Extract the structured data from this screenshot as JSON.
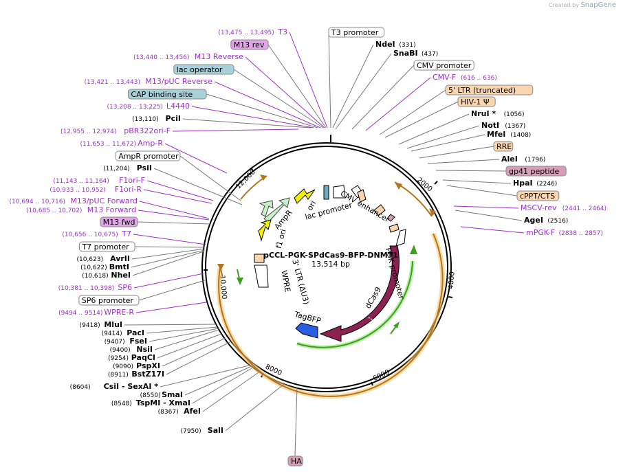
{
  "credit": {
    "prefix": "Created by",
    "brand": "SnapGene"
  },
  "plasmid": {
    "name": "pCCL-PGK-SPdCas9-BFP-DNMT1",
    "size": "13,514 bp"
  },
  "ticks": [
    "2000",
    "4000",
    "6000",
    "8000",
    "10,000",
    "12,000"
  ],
  "colors": {
    "primer": "#9b30c8",
    "enzyme": "#000000",
    "feature_box_blue": "#a9cfd8",
    "feature_box_orange": "#f9d6b0",
    "feature_box_purple": "#dfa6e6",
    "feature_box_pink": "#d8a0b8",
    "cds_magenta": "#8b2252",
    "tagbfp": "#2a5de0",
    "amp": "#c6f0c6",
    "arrow_yellow": "#f5f000",
    "ltr_orange": "#f1a33a"
  },
  "left_labels": [
    {
      "kind": "primer",
      "coords": "(13,475 .. 13,495)",
      "name": "T3"
    },
    {
      "kind": "box_purple",
      "name": "M13 rev"
    },
    {
      "kind": "primer",
      "coords": "(13,440 .. 13,456)",
      "name": "M13 Reverse"
    },
    {
      "kind": "box_blue",
      "name": "lac operator"
    },
    {
      "kind": "primer",
      "coords": "(13,421 .. 13,443)",
      "name": "M13/pUC Reverse"
    },
    {
      "kind": "box_blue",
      "name": "CAP binding site"
    },
    {
      "kind": "primer",
      "coords": "(13,208 .. 13,225)",
      "name": "L4440"
    },
    {
      "kind": "enzyme",
      "coords": "(13,110)",
      "name": "PciI"
    },
    {
      "kind": "primer",
      "coords": "(12,955 .. 12,974)",
      "name": "pBR322ori-F"
    },
    {
      "kind": "primer",
      "coords": "(11,653 .. 11,672)",
      "name": "Amp-R"
    },
    {
      "kind": "box_white",
      "name": "AmpR promoter"
    },
    {
      "kind": "enzyme",
      "coords": "(11,204)",
      "name": "PsiI"
    },
    {
      "kind": "primer",
      "coords": "(11,143 .. 11,164)",
      "name": "F1ori-F"
    },
    {
      "kind": "primer",
      "coords": "(10,933 .. 10,952)",
      "name": "F1ori-R"
    },
    {
      "kind": "primer",
      "coords": "(10,694 .. 10,716)",
      "name": "M13/pUC Forward"
    },
    {
      "kind": "primer",
      "coords": "(10,685 .. 10,702)",
      "name": "M13 Forward"
    },
    {
      "kind": "box_purple",
      "name": "M13 fwd"
    },
    {
      "kind": "primer",
      "coords": "(10,656 .. 10,675)",
      "name": "T7"
    },
    {
      "kind": "box_white",
      "name": "T7 promoter"
    },
    {
      "kind": "enzyme",
      "coords": "(10,623)",
      "name": "AvrII"
    },
    {
      "kind": "enzyme",
      "coords": "(10,622)",
      "name": "BmtI"
    },
    {
      "kind": "enzyme",
      "coords": "(10,618)",
      "name": "NheI"
    },
    {
      "kind": "primer",
      "coords": "(10,381 .. 10,398)",
      "name": "SP6"
    },
    {
      "kind": "box_white",
      "name": "SP6 promoter"
    },
    {
      "kind": "primer",
      "coords": "(9494 .. 9514)",
      "name": "WPRE-R"
    },
    {
      "kind": "enzyme",
      "coords": "(9418)",
      "name": "MluI"
    },
    {
      "kind": "enzyme",
      "coords": "(9414)",
      "name": "PacI"
    },
    {
      "kind": "enzyme",
      "coords": "(9407)",
      "name": "FseI"
    },
    {
      "kind": "enzyme",
      "coords": "(9400)",
      "name": "NsiI"
    },
    {
      "kind": "enzyme",
      "coords": "(9254)",
      "name": "PaqCI"
    },
    {
      "kind": "enzyme",
      "coords": "(9090)",
      "name": "PspXI"
    },
    {
      "kind": "enzyme",
      "coords": "(8911)",
      "name": "BstZ17I"
    },
    {
      "kind": "enzyme_multi",
      "coords": "(8604)",
      "name": "CsiI",
      "name2": "- SexAI *"
    },
    {
      "kind": "enzyme",
      "coords": "(8550)",
      "name": "SmaI"
    },
    {
      "kind": "enzyme_multi",
      "coords": "(8548)",
      "name": "TspMI",
      "name2": "- XmaI"
    },
    {
      "kind": "enzyme",
      "coords": "(8367)",
      "name": "AfeI"
    },
    {
      "kind": "enzyme",
      "coords": "(7950)",
      "name": "SalI"
    }
  ],
  "right_labels": [
    {
      "kind": "box_white",
      "name": "T3 promoter"
    },
    {
      "kind": "enzyme",
      "name": "NdeI",
      "coords": "(331)"
    },
    {
      "kind": "enzyme",
      "name": "SnaBI",
      "coords": "(437)"
    },
    {
      "kind": "box_white",
      "name": "CMV promoter"
    },
    {
      "kind": "primer",
      "name": "CMV-F",
      "coords": "(616 .. 636)"
    },
    {
      "kind": "box_orange",
      "name": "5' LTR (truncated)"
    },
    {
      "kind": "box_orange",
      "name": "HIV-1 Ψ"
    },
    {
      "kind": "enzyme",
      "name": "NruI *",
      "coords": "(1056)"
    },
    {
      "kind": "enzyme",
      "name": "NotI",
      "coords": "(1367)"
    },
    {
      "kind": "enzyme",
      "name": "MfeI",
      "coords": "(1408)"
    },
    {
      "kind": "box_orange",
      "name": "RRE"
    },
    {
      "kind": "enzyme",
      "name": "AleI",
      "coords": "(1796)"
    },
    {
      "kind": "box_pink",
      "name": "gp41 peptide"
    },
    {
      "kind": "enzyme",
      "name": "HpaI",
      "coords": "(2246)"
    },
    {
      "kind": "box_orange",
      "name": "cPPT/CTS"
    },
    {
      "kind": "primer",
      "name": "MSCV-rev",
      "coords": "(2441 .. 2464)"
    },
    {
      "kind": "enzyme",
      "name": "AgeI",
      "coords": "(2516)"
    },
    {
      "kind": "primer",
      "name": "mPGK-F",
      "coords": "(2838 .. 2857)"
    }
  ],
  "bottom_label": {
    "kind": "box_pink",
    "name": "HA"
  },
  "inner_labels": [
    "ori",
    "lac promoter",
    "CMV enhancer",
    "AmpR",
    "f1 ori",
    "3' LTR (ΔU3)",
    "WPRE",
    "PGK promoter",
    "dCas9",
    "TagBFP"
  ]
}
